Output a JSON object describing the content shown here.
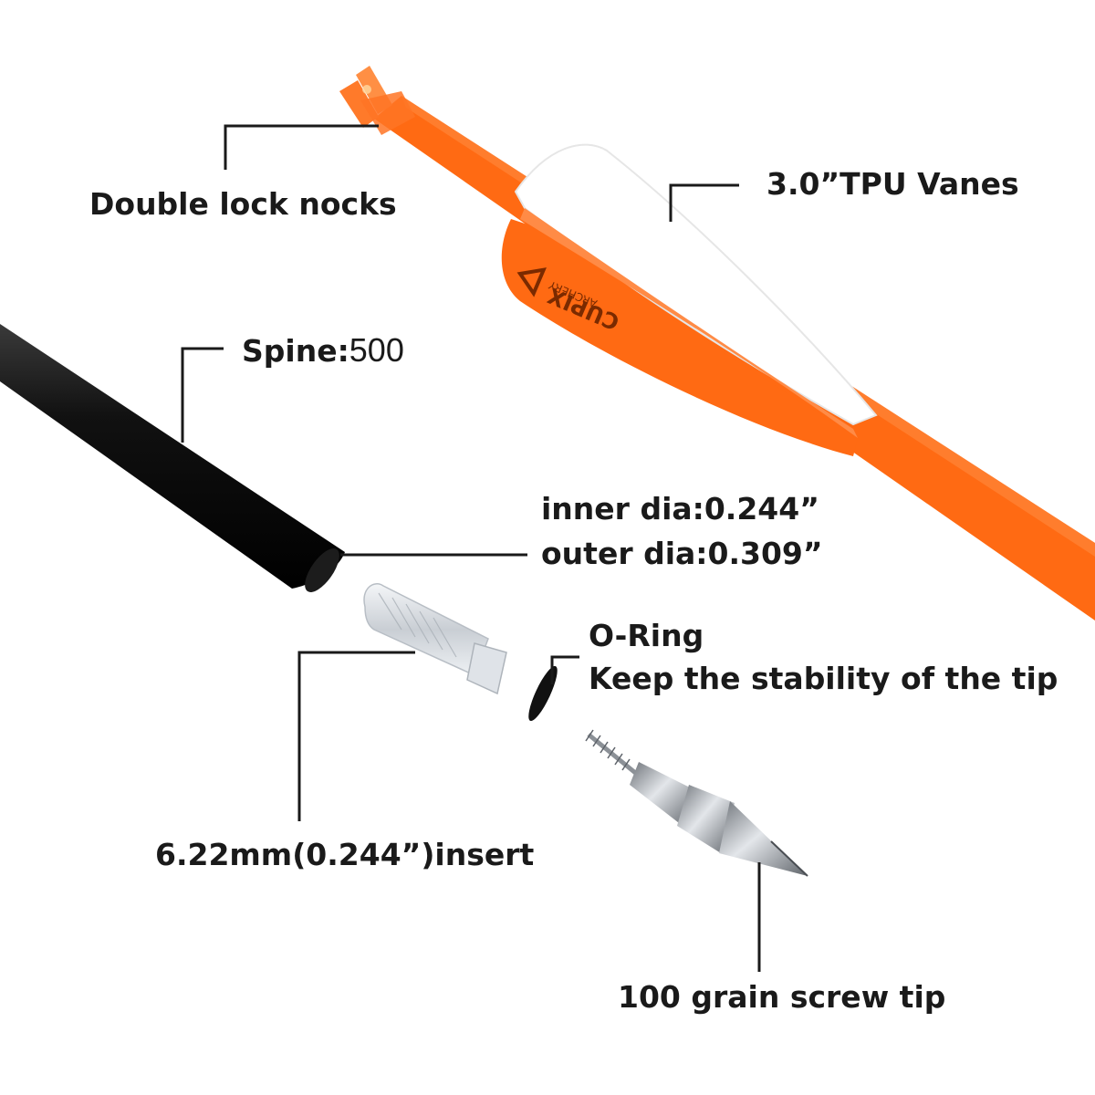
{
  "labels": {
    "nocks": "Double lock nocks",
    "vanes": "3.0”TPU Vanes",
    "spine_prefix": "Spine:",
    "spine_value": "500",
    "inner_dia": "inner dia:0.244”",
    "outer_dia": "outer dia:0.309”",
    "oring_title": "O-Ring",
    "oring_desc": "Keep the stability of the tip",
    "insert": "6.22mm(0.244”)insert",
    "tip": "100 grain screw tip"
  },
  "logo": {
    "brand": "CUPIX",
    "sub": "ARCHERY"
  },
  "colors": {
    "shaft_orange": "#ff6a13",
    "vane_white": "#ffffff",
    "carbon_black": "#0d0d0d",
    "insert_silver": "#d8dde2",
    "tip_steel": "#9aa0a6",
    "leader_line": "#1a1a1a"
  }
}
